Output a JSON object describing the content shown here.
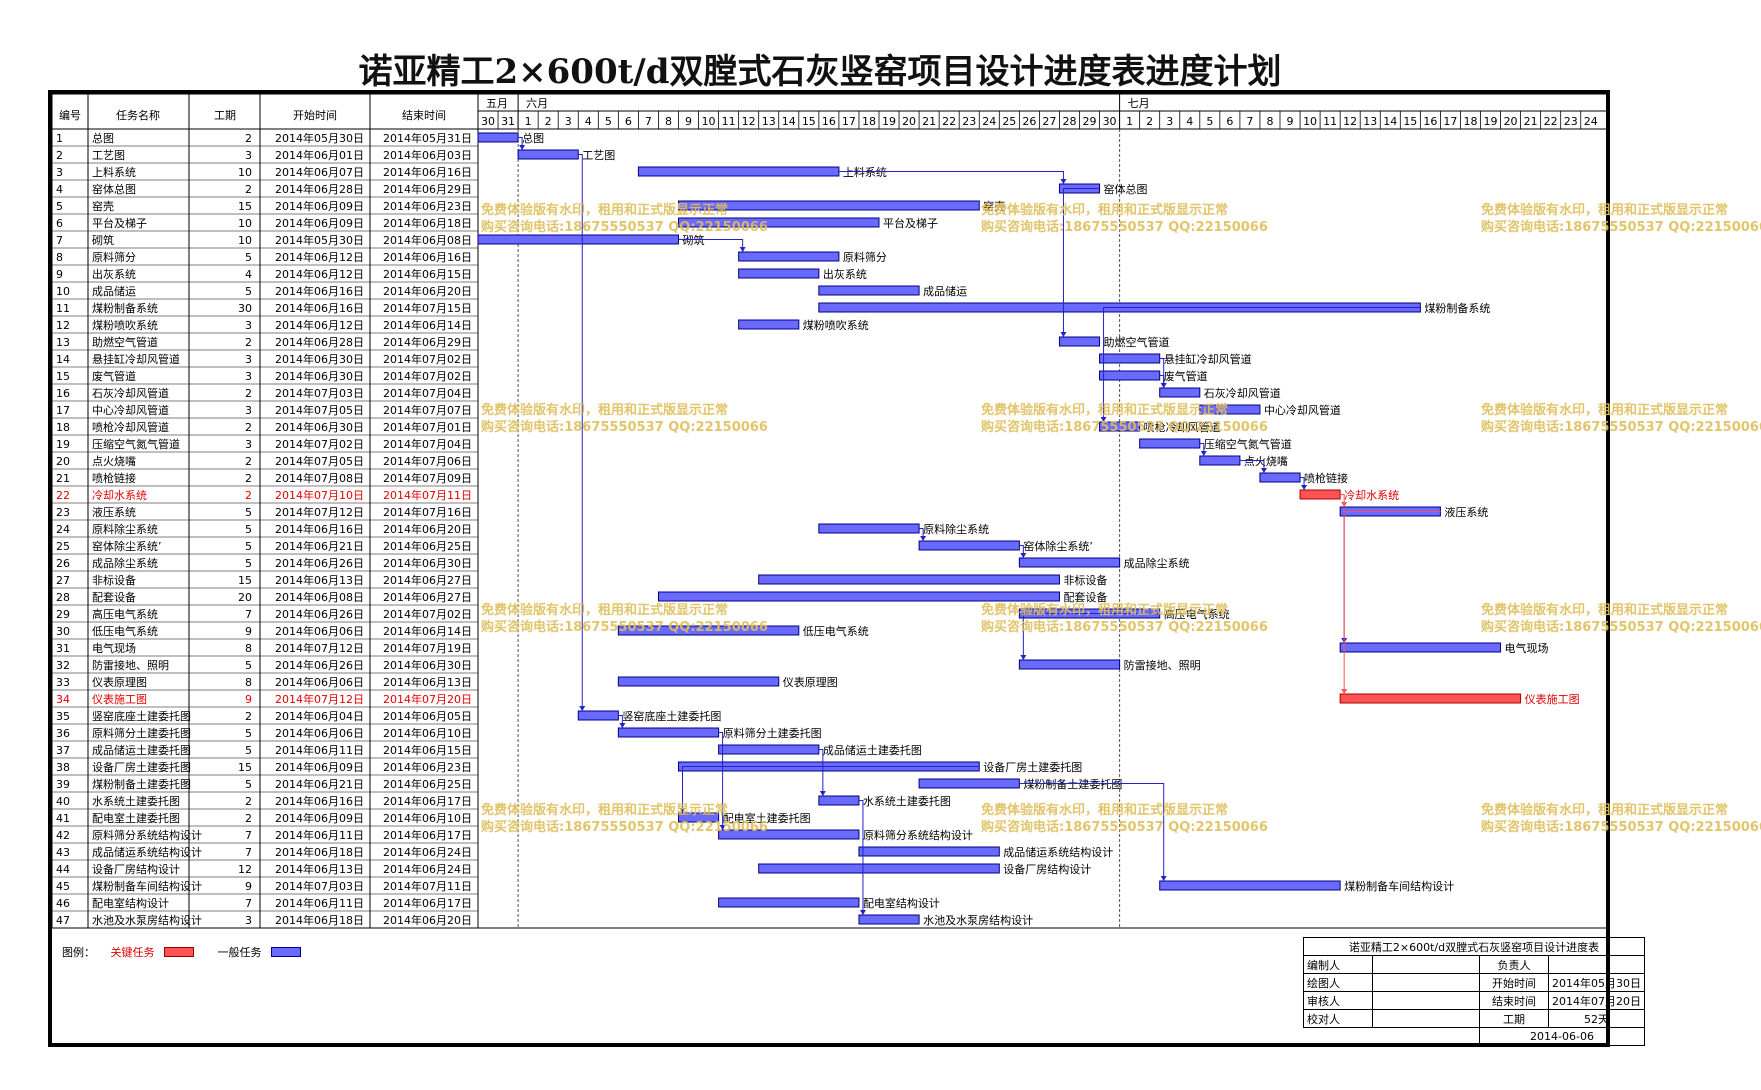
{
  "title": "诺亚精工2×600t/d双膛式石灰竖窑项目设计进度表进度计划",
  "headers": {
    "no": "编号",
    "name": "任务名称",
    "dur": "工期",
    "start": "开始时间",
    "end": "结束时间"
  },
  "months": [
    {
      "label": "五月",
      "days": [
        30,
        31
      ]
    },
    {
      "label": "六月",
      "days": [
        1,
        2,
        3,
        4,
        5,
        6,
        7,
        8,
        9,
        10,
        11,
        12,
        13,
        14,
        15,
        16,
        17,
        18,
        19,
        20,
        21,
        22,
        23,
        24,
        25,
        26,
        27,
        28,
        29,
        30
      ]
    },
    {
      "label": "七月",
      "days": [
        1,
        2,
        3,
        4,
        5,
        6,
        7,
        8,
        9,
        10,
        11,
        12,
        13,
        14,
        15,
        16,
        17,
        18,
        19,
        20,
        21,
        22,
        23,
        24
      ]
    }
  ],
  "colors": {
    "normal": "#6a6aff",
    "critical": "#ff5252",
    "critical_text": "#e00000",
    "watermark": "#dfbe5a",
    "link": "#2222cc"
  },
  "watermark": {
    "line1": "免费体验版有水印，租用和正式版显示正常",
    "line2": "购买咨询电话:18675550537 QQ:22150066"
  },
  "chart_data": {
    "type": "gantt",
    "x_range": [
      "2014-05-30",
      "2014-07-24"
    ],
    "tasks": [
      {
        "id": "1",
        "name": "总图",
        "dur": "2",
        "start": "2014年05月30日",
        "end": "2014年05月31日",
        "critical": false
      },
      {
        "id": "2",
        "name": "工艺图",
        "dur": "3",
        "start": "2014年06月01日",
        "end": "2014年06月03日",
        "critical": false
      },
      {
        "id": "3",
        "name": "上料系统",
        "dur": "10",
        "start": "2014年06月07日",
        "end": "2014年06月16日",
        "critical": false
      },
      {
        "id": "4",
        "name": "窑体总图",
        "dur": "2",
        "start": "2014年06月28日",
        "end": "2014年06月29日",
        "critical": false
      },
      {
        "id": "5",
        "name": "窑壳",
        "dur": "15",
        "start": "2014年06月09日",
        "end": "2014年06月23日",
        "critical": false
      },
      {
        "id": "6",
        "name": "平台及梯子",
        "dur": "10",
        "start": "2014年06月09日",
        "end": "2014年06月18日",
        "critical": false
      },
      {
        "id": "7",
        "name": "砌筑",
        "dur": "10",
        "start": "2014年05月30日",
        "end": "2014年06月08日",
        "critical": false
      },
      {
        "id": "8",
        "name": "原料筛分",
        "dur": "5",
        "start": "2014年06月12日",
        "end": "2014年06月16日",
        "critical": false
      },
      {
        "id": "9",
        "name": "出灰系统",
        "dur": "4",
        "start": "2014年06月12日",
        "end": "2014年06月15日",
        "critical": false
      },
      {
        "id": "10",
        "name": "成品储运",
        "dur": "5",
        "start": "2014年06月16日",
        "end": "2014年06月20日",
        "critical": false
      },
      {
        "id": "11",
        "name": "煤粉制备系统",
        "dur": "30",
        "start": "2014年06月16日",
        "end": "2014年07月15日",
        "critical": false
      },
      {
        "id": "12",
        "name": "煤粉喷吹系统",
        "dur": "3",
        "start": "2014年06月12日",
        "end": "2014年06月14日",
        "critical": false
      },
      {
        "id": "13",
        "name": "助燃空气管道",
        "dur": "2",
        "start": "2014年06月28日",
        "end": "2014年06月29日",
        "critical": false
      },
      {
        "id": "14",
        "name": "悬挂缸冷却风管道",
        "dur": "3",
        "start": "2014年06月30日",
        "end": "2014年07月02日",
        "critical": false
      },
      {
        "id": "15",
        "name": "废气管道",
        "dur": "3",
        "start": "2014年06月30日",
        "end": "2014年07月02日",
        "critical": false
      },
      {
        "id": "16",
        "name": "石灰冷却风管道",
        "dur": "2",
        "start": "2014年07月03日",
        "end": "2014年07月04日",
        "critical": false
      },
      {
        "id": "17",
        "name": "中心冷却风管道",
        "dur": "3",
        "start": "2014年07月05日",
        "end": "2014年07月07日",
        "critical": false
      },
      {
        "id": "18",
        "name": "喷枪冷却风管道",
        "dur": "2",
        "start": "2014年06月30日",
        "end": "2014年07月01日",
        "critical": false
      },
      {
        "id": "19",
        "name": "压缩空气氮气管道",
        "dur": "3",
        "start": "2014年07月02日",
        "end": "2014年07月04日",
        "critical": false
      },
      {
        "id": "20",
        "name": "点火烧嘴",
        "dur": "2",
        "start": "2014年07月05日",
        "end": "2014年07月06日",
        "critical": false
      },
      {
        "id": "21",
        "name": "喷枪链接",
        "dur": "2",
        "start": "2014年07月08日",
        "end": "2014年07月09日",
        "critical": false
      },
      {
        "id": "22",
        "name": "冷却水系统",
        "dur": "2",
        "start": "2014年07月10日",
        "end": "2014年07月11日",
        "critical": true
      },
      {
        "id": "23",
        "name": "液压系统",
        "dur": "5",
        "start": "2014年07月12日",
        "end": "2014年07月16日",
        "critical": false
      },
      {
        "id": "24",
        "name": "原料除尘系统",
        "dur": "5",
        "start": "2014年06月16日",
        "end": "2014年06月20日",
        "critical": false
      },
      {
        "id": "25",
        "name": "窑体除尘系统’",
        "dur": "5",
        "start": "2014年06月21日",
        "end": "2014年06月25日",
        "critical": false
      },
      {
        "id": "26",
        "name": "成品除尘系统",
        "dur": "5",
        "start": "2014年06月26日",
        "end": "2014年06月30日",
        "critical": false
      },
      {
        "id": "27",
        "name": "非标设备",
        "dur": "15",
        "start": "2014年06月13日",
        "end": "2014年06月27日",
        "critical": false
      },
      {
        "id": "28",
        "name": "配套设备",
        "dur": "20",
        "start": "2014年06月08日",
        "end": "2014年06月27日",
        "critical": false
      },
      {
        "id": "29",
        "name": "高压电气系统",
        "dur": "7",
        "start": "2014年06月26日",
        "end": "2014年07月02日",
        "critical": false
      },
      {
        "id": "30",
        "name": "低压电气系统",
        "dur": "9",
        "start": "2014年06月06日",
        "end": "2014年06月14日",
        "critical": false
      },
      {
        "id": "31",
        "name": "电气现场",
        "dur": "8",
        "start": "2014年07月12日",
        "end": "2014年07月19日",
        "critical": false
      },
      {
        "id": "32",
        "name": "防雷接地、照明",
        "dur": "5",
        "start": "2014年06月26日",
        "end": "2014年06月30日",
        "critical": false
      },
      {
        "id": "33",
        "name": "仪表原理图",
        "dur": "8",
        "start": "2014年06月06日",
        "end": "2014年06月13日",
        "critical": false
      },
      {
        "id": "34",
        "name": "仪表施工图",
        "dur": "9",
        "start": "2014年07月12日",
        "end": "2014年07月20日",
        "critical": true
      },
      {
        "id": "35",
        "name": "竖窑底座土建委托图",
        "dur": "2",
        "start": "2014年06月04日",
        "end": "2014年06月05日",
        "critical": false
      },
      {
        "id": "36",
        "name": "原料筛分土建委托图",
        "dur": "5",
        "start": "2014年06月06日",
        "end": "2014年06月10日",
        "critical": false
      },
      {
        "id": "37",
        "name": "成品储运土建委托图",
        "dur": "5",
        "start": "2014年06月11日",
        "end": "2014年06月15日",
        "critical": false
      },
      {
        "id": "38",
        "name": "设备厂房土建委托图",
        "dur": "15",
        "start": "2014年06月09日",
        "end": "2014年06月23日",
        "critical": false
      },
      {
        "id": "39",
        "name": "煤粉制备土建委托图",
        "dur": "5",
        "start": "2014年06月21日",
        "end": "2014年06月25日",
        "critical": false
      },
      {
        "id": "40",
        "name": "水系统土建委托图",
        "dur": "2",
        "start": "2014年06月16日",
        "end": "2014年06月17日",
        "critical": false
      },
      {
        "id": "41",
        "name": "配电室土建委托图",
        "dur": "2",
        "start": "2014年06月09日",
        "end": "2014年06月10日",
        "critical": false
      },
      {
        "id": "42",
        "name": "原料筛分系统结构设计",
        "dur": "7",
        "start": "2014年06月11日",
        "end": "2014年06月17日",
        "critical": false
      },
      {
        "id": "43",
        "name": "成品储运系统结构设计",
        "dur": "7",
        "start": "2014年06月18日",
        "end": "2014年06月24日",
        "critical": false
      },
      {
        "id": "44",
        "name": "设备厂房结构设计",
        "dur": "12",
        "start": "2014年06月13日",
        "end": "2014年06月24日",
        "critical": false
      },
      {
        "id": "45",
        "name": "煤粉制备车间结构设计",
        "dur": "9",
        "start": "2014年07月03日",
        "end": "2014年07月11日",
        "critical": false
      },
      {
        "id": "46",
        "name": "配电室结构设计",
        "dur": "7",
        "start": "2014年06月11日",
        "end": "2014年06月17日",
        "critical": false
      },
      {
        "id": "47",
        "name": "水池及水泵房结构设计",
        "dur": "3",
        "start": "2014年06月18日",
        "end": "2014年06月20日",
        "critical": false
      }
    ],
    "links": [
      [
        1,
        2
      ],
      [
        2,
        35
      ],
      [
        3,
        4
      ],
      [
        4,
        13
      ],
      [
        7,
        8
      ],
      [
        11,
        18
      ],
      [
        14,
        16
      ],
      [
        15,
        16
      ],
      [
        19,
        20
      ],
      [
        20,
        21
      ],
      [
        21,
        22
      ],
      [
        22,
        23
      ],
      [
        23,
        31
      ],
      [
        23,
        34
      ],
      [
        24,
        25
      ],
      [
        25,
        26
      ],
      [
        29,
        32
      ],
      [
        35,
        36
      ],
      [
        36,
        42
      ],
      [
        37,
        40
      ],
      [
        38,
        41
      ],
      [
        39,
        45
      ],
      [
        40,
        47
      ]
    ]
  },
  "legend": {
    "label": "图例：",
    "critical": "关键任务",
    "normal": "一般任务"
  },
  "titleblock": {
    "project": "诺亚精工2×600t/d双膛式石灰竖窑项目设计进度表",
    "editor": "编制人",
    "owner": "负责人",
    "drawer": "绘图人",
    "start_label": "开始时间",
    "start": "2014年05月30日",
    "reviewer": "审核人",
    "end_label": "结束时间",
    "end": "2014年07月20日",
    "checker": "校对人",
    "dur_label": "工期",
    "dur": "52天",
    "date": "2014-06-06"
  }
}
